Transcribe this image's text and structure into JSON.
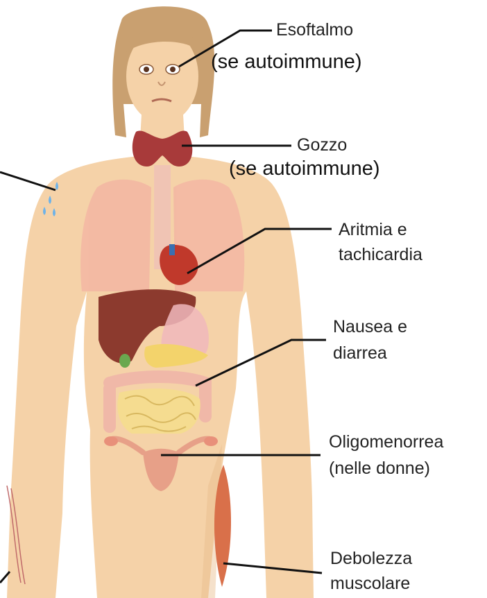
{
  "labels": {
    "esoftalmo": "Esoftalmo",
    "esoftalmo_note": "(se autoimmune)",
    "gozzo": "Gozzo",
    "gozzo_note": "(se autoimmune)",
    "aritmia_1": "Aritmia e",
    "aritmia_2": "tachicardia",
    "nausea_1": "Nausea e",
    "nausea_2": "diarrea",
    "oligo_1": "Oligomenorrea",
    "oligo_2": "(nelle donne)",
    "debolezza_1": "Debolezza",
    "debolezza_2": "muscolare"
  },
  "colors": {
    "skin": "#f5d2a8",
    "skin_shadow": "#e8bc8c",
    "hair": "#c9a070",
    "thyroid": "#a83a3a",
    "lungs": "#f2b8b0",
    "heart": "#c0392b",
    "liver": "#8c3a2e",
    "stomach": "#f0b8bc",
    "pancreas": "#f3d36b",
    "intestine": "#f5dc90",
    "colon": "#f0b8a8",
    "uterus": "#e7a088",
    "muscle": "#d9704a",
    "sweat": "#6fb3e8",
    "leader_line": "#111111"
  }
}
